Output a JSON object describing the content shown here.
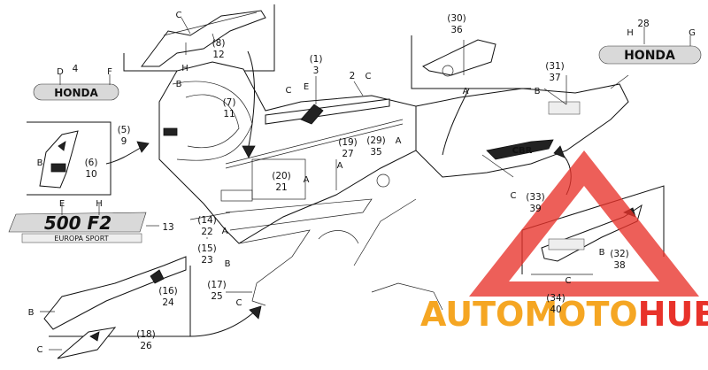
{
  "callouts": {
    "c28": "28",
    "c36": "(30)",
    "c36b": "36",
    "c4": "4",
    "c3a": "(1)",
    "c3": "3",
    "c2": "2",
    "c12a": "(8)",
    "c12": "12",
    "c11a": "(7)",
    "c11": "11",
    "c9a": "(5)",
    "c9": "9",
    "c10a": "(6)",
    "c10": "10",
    "c27a": "(19)",
    "c27": "27",
    "c35a": "(29)",
    "c35": "35",
    "c21a": "(20)",
    "c21": "21",
    "c22a": "(14)",
    "c22": "22",
    "c23a": "(15)",
    "c23": "23",
    "c25a": "(17)",
    "c25": "25",
    "c24a": "(16)",
    "c24": "24",
    "c26a": "(18)",
    "c26": "26",
    "c13": "13",
    "c37a": "(31)",
    "c37": "37",
    "c39a": "(33)",
    "c39": "39",
    "c38a": "(32)",
    "c38": "38",
    "c40a": "(34)",
    "c40": "40"
  },
  "letters": {
    "A": "A",
    "B": "B",
    "C": "C",
    "D": "D",
    "E": "E",
    "F": "F",
    "G": "G",
    "H": "H"
  },
  "emblems": {
    "honda": "HONDA",
    "model": "500 F2",
    "model_sub": "EUROPA SPORT",
    "cbr": "CBR"
  },
  "watermark": {
    "part1": "AUTO",
    "part2": "MOTO",
    "part3": "HUB",
    "color_orange": "#f5a623",
    "color_red": "#e8322a"
  }
}
